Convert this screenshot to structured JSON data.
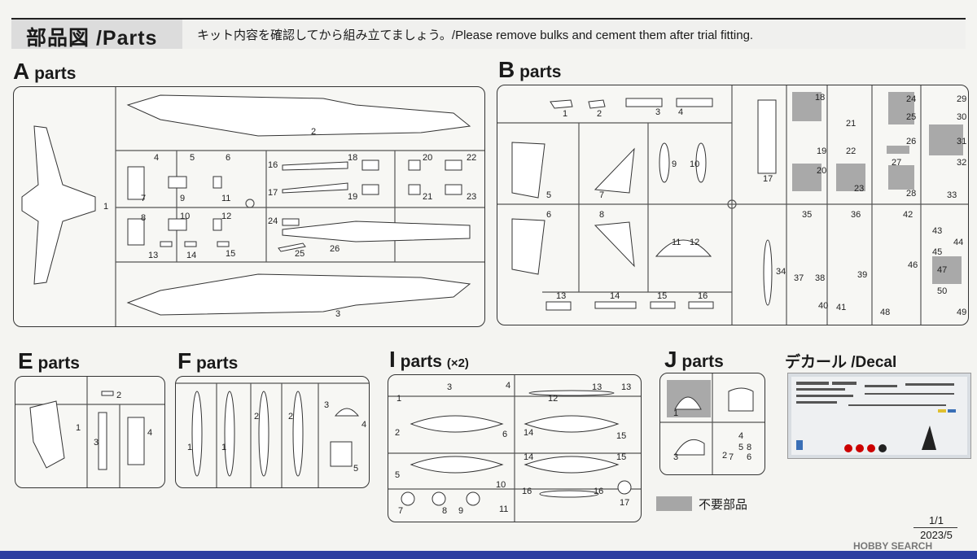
{
  "header": {
    "title": "部品図 /Parts",
    "note": "キット内容を確認してから組み立てましょう。/Please remove bulks and cement them after trial fitting."
  },
  "sections": {
    "a": {
      "letter": "A",
      "word": "parts"
    },
    "b": {
      "letter": "B",
      "word": "parts"
    },
    "e": {
      "letter": "E",
      "word": "parts"
    },
    "f": {
      "letter": "F",
      "word": "parts"
    },
    "i": {
      "letter": "I",
      "word": "parts",
      "qty": "(×2)"
    },
    "j": {
      "letter": "J",
      "word": "parts"
    },
    "decal": {
      "label": "デカール /Decal"
    }
  },
  "legend": {
    "label": "不要部品",
    "color": "#a9a9a9"
  },
  "page": {
    "number": "1/1",
    "date": "2023/5"
  },
  "watermark": "HOBBY SEARCH",
  "parts": {
    "a": [
      "1",
      "2",
      "3",
      "4",
      "5",
      "6",
      "7",
      "8",
      "9",
      "10",
      "11",
      "12",
      "13",
      "14",
      "15",
      "16",
      "17",
      "18",
      "19",
      "20",
      "21",
      "22",
      "23",
      "24",
      "25",
      "26"
    ],
    "b": [
      "1",
      "2",
      "3",
      "4",
      "5",
      "6",
      "7",
      "8",
      "9",
      "10",
      "11",
      "12",
      "13",
      "14",
      "15",
      "16",
      "17",
      "18",
      "19",
      "20",
      "21",
      "22",
      "23",
      "24",
      "25",
      "26",
      "27",
      "28",
      "29",
      "30",
      "31",
      "32",
      "33",
      "34",
      "35",
      "36",
      "37",
      "38",
      "39",
      "40",
      "41",
      "42",
      "43",
      "44",
      "45",
      "46",
      "47",
      "48",
      "49",
      "50"
    ],
    "e": [
      "1",
      "2",
      "3",
      "4"
    ],
    "f": [
      "1",
      "1",
      "2",
      "2",
      "3",
      "4",
      "5"
    ],
    "i": [
      "1",
      "2",
      "3",
      "4",
      "5",
      "6",
      "7",
      "8",
      "9",
      "10",
      "11",
      "12",
      "13",
      "13",
      "14",
      "14",
      "15",
      "15",
      "16",
      "16",
      "17"
    ],
    "j": [
      "1",
      "2",
      "3",
      "4",
      "5",
      "6",
      "7",
      "8"
    ]
  }
}
